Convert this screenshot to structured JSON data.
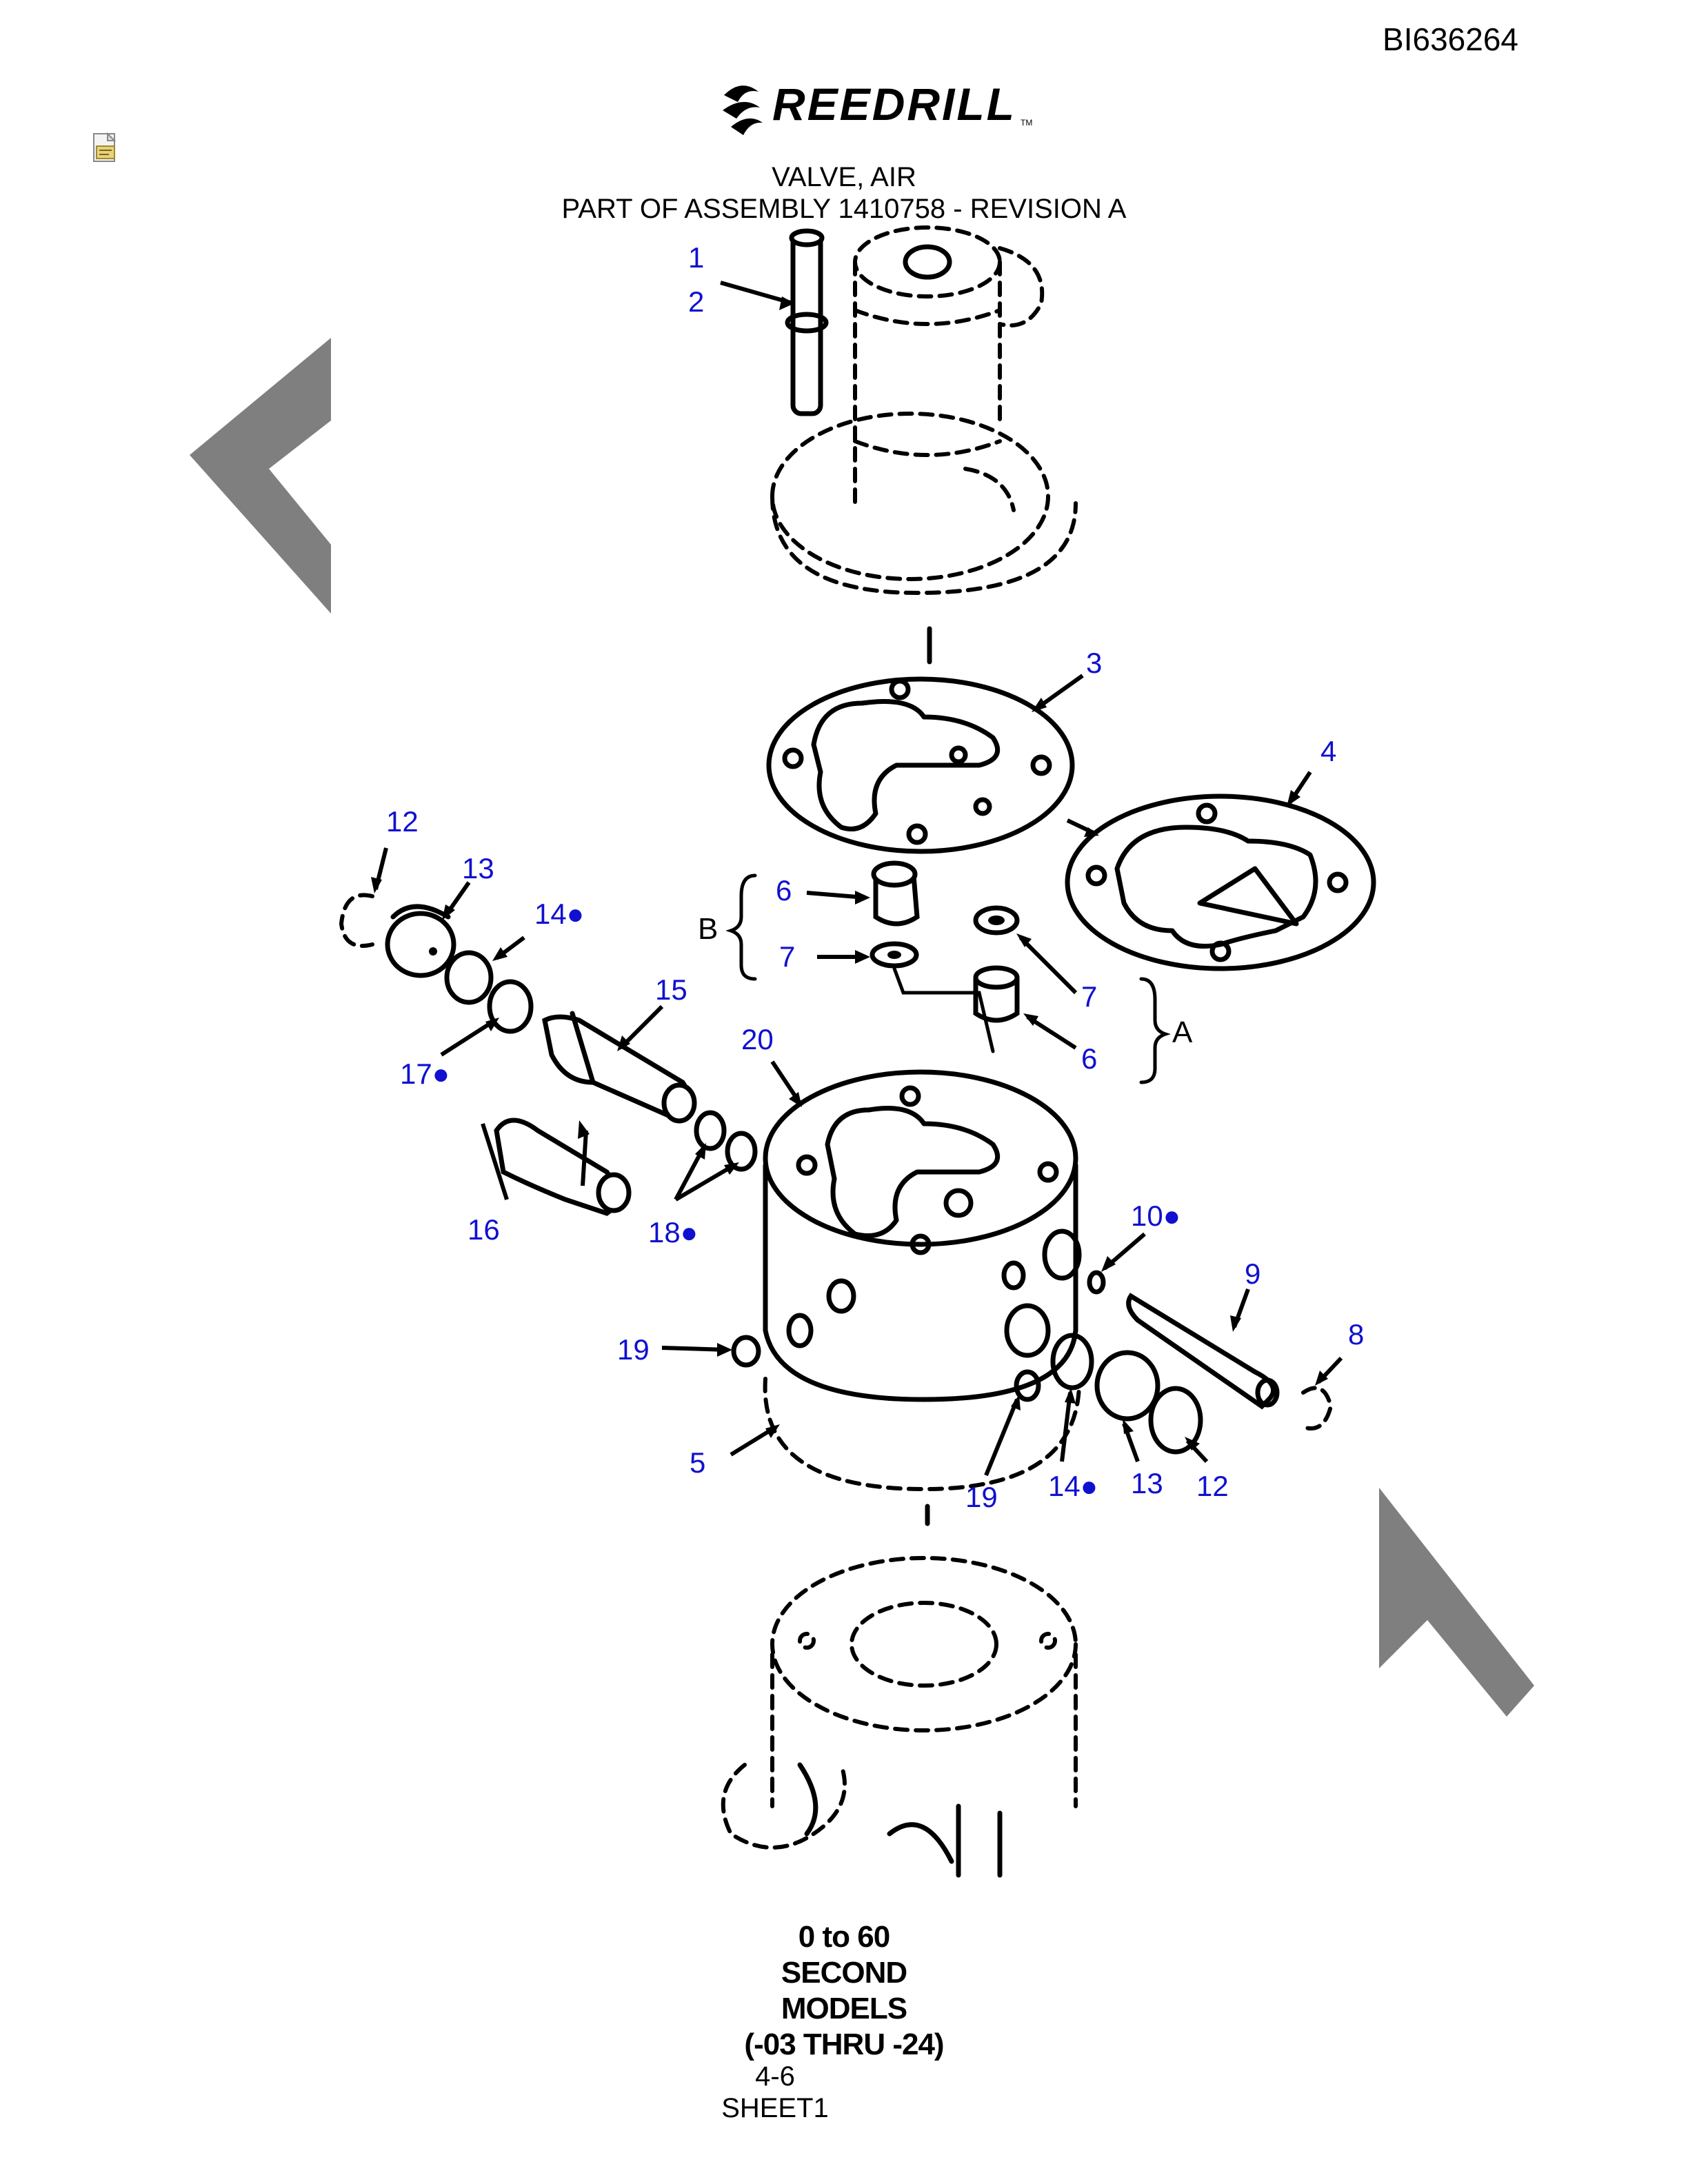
{
  "header": {
    "doc_id": "BI636264",
    "brand": "REEDRILL",
    "trademark": "TM",
    "title_line1": "VALVE, AIR",
    "title_line2": "PART OF ASSEMBLY 1410758 - REVISION A"
  },
  "callouts": [
    {
      "label": "1"
    },
    {
      "label": "2"
    },
    {
      "label": "3"
    },
    {
      "label": "4"
    },
    {
      "label": "12"
    },
    {
      "label": "13"
    },
    {
      "label": "14●"
    },
    {
      "label": "6"
    },
    {
      "label": "7"
    },
    {
      "label": "7"
    },
    {
      "label": "6"
    },
    {
      "label": "15"
    },
    {
      "label": "20"
    },
    {
      "label": "17●"
    },
    {
      "label": "16"
    },
    {
      "label": "18●"
    },
    {
      "label": "10●"
    },
    {
      "label": "9"
    },
    {
      "label": "8"
    },
    {
      "label": "19"
    },
    {
      "label": "5"
    },
    {
      "label": "19"
    },
    {
      "label": "14●"
    },
    {
      "label": "13"
    },
    {
      "label": "12"
    }
  ],
  "group_labels": {
    "b": "B",
    "a": "A"
  },
  "footer": {
    "model_lines": [
      "0 to 60",
      "SECOND",
      "MODELS",
      "(-03 THRU -24)"
    ],
    "page": "4-6",
    "sheet": "SHEET1"
  },
  "icons": {
    "note": "note-icon",
    "logo": "reedrill-swirl-icon"
  },
  "colors": {
    "callout": "#1010d0",
    "watermark": "#7f7f7f"
  }
}
